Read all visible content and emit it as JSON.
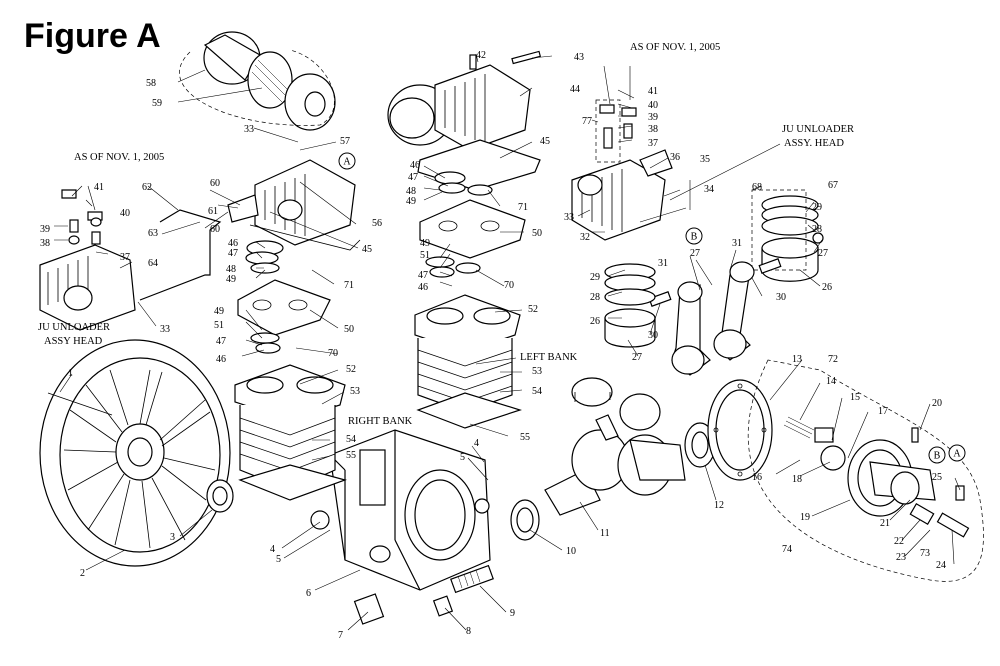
{
  "figure_title": "Figure A",
  "notes": {
    "as_of_left": "AS OF NOV. 1, 2005",
    "as_of_right": "AS OF NOV. 1, 2005",
    "unloader_left_1": "JU UNLOADER",
    "unloader_left_2": "ASSY HEAD",
    "unloader_right_1": "JU UNLOADER",
    "unloader_right_2": "ASSY. HEAD",
    "left_bank": "LEFT BANK",
    "right_bank": "RIGHT BANK"
  },
  "callouts": [
    {
      "id": "c1",
      "text": "1"
    },
    {
      "id": "c2",
      "text": "2"
    },
    {
      "id": "c3",
      "text": "3"
    },
    {
      "id": "c4a",
      "text": "4"
    },
    {
      "id": "c4b",
      "text": "4"
    },
    {
      "id": "c5a",
      "text": "5"
    },
    {
      "id": "c5b",
      "text": "5"
    },
    {
      "id": "c6",
      "text": "6"
    },
    {
      "id": "c7",
      "text": "7"
    },
    {
      "id": "c8",
      "text": "8"
    },
    {
      "id": "c9",
      "text": "9"
    },
    {
      "id": "c10",
      "text": "10"
    },
    {
      "id": "c11",
      "text": "11"
    },
    {
      "id": "c12",
      "text": "12"
    },
    {
      "id": "c13",
      "text": "13"
    },
    {
      "id": "c14",
      "text": "14"
    },
    {
      "id": "c15",
      "text": "15"
    },
    {
      "id": "c16",
      "text": "16"
    },
    {
      "id": "c17",
      "text": "17"
    },
    {
      "id": "c18",
      "text": "18"
    },
    {
      "id": "c19",
      "text": "19"
    },
    {
      "id": "c20",
      "text": "20"
    },
    {
      "id": "c21",
      "text": "21"
    },
    {
      "id": "c22",
      "text": "22"
    },
    {
      "id": "c23",
      "text": "23"
    },
    {
      "id": "c24",
      "text": "24"
    },
    {
      "id": "c25",
      "text": "25"
    },
    {
      "id": "c26a",
      "text": "26"
    },
    {
      "id": "c26b",
      "text": "26"
    },
    {
      "id": "c27a",
      "text": "27"
    },
    {
      "id": "c27b",
      "text": "27"
    },
    {
      "id": "c27c",
      "text": "27"
    },
    {
      "id": "c28a",
      "text": "28"
    },
    {
      "id": "c28b",
      "text": "28"
    },
    {
      "id": "c29a",
      "text": "29"
    },
    {
      "id": "c29b",
      "text": "29"
    },
    {
      "id": "c30a",
      "text": "30"
    },
    {
      "id": "c30b",
      "text": "30"
    },
    {
      "id": "c31a",
      "text": "31"
    },
    {
      "id": "c31b",
      "text": "31"
    },
    {
      "id": "c32",
      "text": "32"
    },
    {
      "id": "c33a",
      "text": "33"
    },
    {
      "id": "c33b",
      "text": "33"
    },
    {
      "id": "c33c",
      "text": "33"
    },
    {
      "id": "c34",
      "text": "34"
    },
    {
      "id": "c35",
      "text": "35"
    },
    {
      "id": "c36",
      "text": "36"
    },
    {
      "id": "c37a",
      "text": "37"
    },
    {
      "id": "c37b",
      "text": "37"
    },
    {
      "id": "c38a",
      "text": "38"
    },
    {
      "id": "c38b",
      "text": "38"
    },
    {
      "id": "c39a",
      "text": "39"
    },
    {
      "id": "c39b",
      "text": "39"
    },
    {
      "id": "c40a",
      "text": "40"
    },
    {
      "id": "c40b",
      "text": "40"
    },
    {
      "id": "c41a",
      "text": "41"
    },
    {
      "id": "c41b",
      "text": "41"
    },
    {
      "id": "c42",
      "text": "42"
    },
    {
      "id": "c43",
      "text": "43"
    },
    {
      "id": "c44",
      "text": "44"
    },
    {
      "id": "c45a",
      "text": "45"
    },
    {
      "id": "c45b",
      "text": "45"
    },
    {
      "id": "c46a",
      "text": "46"
    },
    {
      "id": "c46b",
      "text": "46"
    },
    {
      "id": "c46c",
      "text": "46"
    },
    {
      "id": "c46d",
      "text": "46"
    },
    {
      "id": "c47a",
      "text": "47"
    },
    {
      "id": "c47b",
      "text": "47"
    },
    {
      "id": "c47c",
      "text": "47"
    },
    {
      "id": "c47d",
      "text": "47"
    },
    {
      "id": "c48a",
      "text": "48"
    },
    {
      "id": "c48b",
      "text": "48"
    },
    {
      "id": "c49a",
      "text": "49"
    },
    {
      "id": "c49b",
      "text": "49"
    },
    {
      "id": "c49c",
      "text": "49"
    },
    {
      "id": "c49d",
      "text": "49"
    },
    {
      "id": "c50a",
      "text": "50"
    },
    {
      "id": "c50b",
      "text": "50"
    },
    {
      "id": "c51a",
      "text": "51"
    },
    {
      "id": "c51b",
      "text": "51"
    },
    {
      "id": "c52a",
      "text": "52"
    },
    {
      "id": "c52b",
      "text": "52"
    },
    {
      "id": "c53a",
      "text": "53"
    },
    {
      "id": "c53b",
      "text": "53"
    },
    {
      "id": "c54a",
      "text": "54"
    },
    {
      "id": "c54b",
      "text": "54"
    },
    {
      "id": "c55a",
      "text": "55"
    },
    {
      "id": "c55b",
      "text": "55"
    },
    {
      "id": "c56",
      "text": "56"
    },
    {
      "id": "c57",
      "text": "57"
    },
    {
      "id": "c58",
      "text": "58"
    },
    {
      "id": "c59",
      "text": "59"
    },
    {
      "id": "c60a",
      "text": "60"
    },
    {
      "id": "c60b",
      "text": "60"
    },
    {
      "id": "c61",
      "text": "61"
    },
    {
      "id": "c62",
      "text": "62"
    },
    {
      "id": "c63",
      "text": "63"
    },
    {
      "id": "c64",
      "text": "64"
    },
    {
      "id": "c67",
      "text": "67"
    },
    {
      "id": "c68",
      "text": "68"
    },
    {
      "id": "c70a",
      "text": "70"
    },
    {
      "id": "c70b",
      "text": "70"
    },
    {
      "id": "c71a",
      "text": "71"
    },
    {
      "id": "c71b",
      "text": "71"
    },
    {
      "id": "c72",
      "text": "72"
    },
    {
      "id": "c73",
      "text": "73"
    },
    {
      "id": "c74",
      "text": "74"
    },
    {
      "id": "c77",
      "text": "77"
    }
  ],
  "circle_refs": [
    {
      "id": "refA1",
      "text": "A"
    },
    {
      "id": "refA2",
      "text": "A"
    },
    {
      "id": "refB1",
      "text": "B"
    },
    {
      "id": "refB2",
      "text": "B"
    }
  ]
}
